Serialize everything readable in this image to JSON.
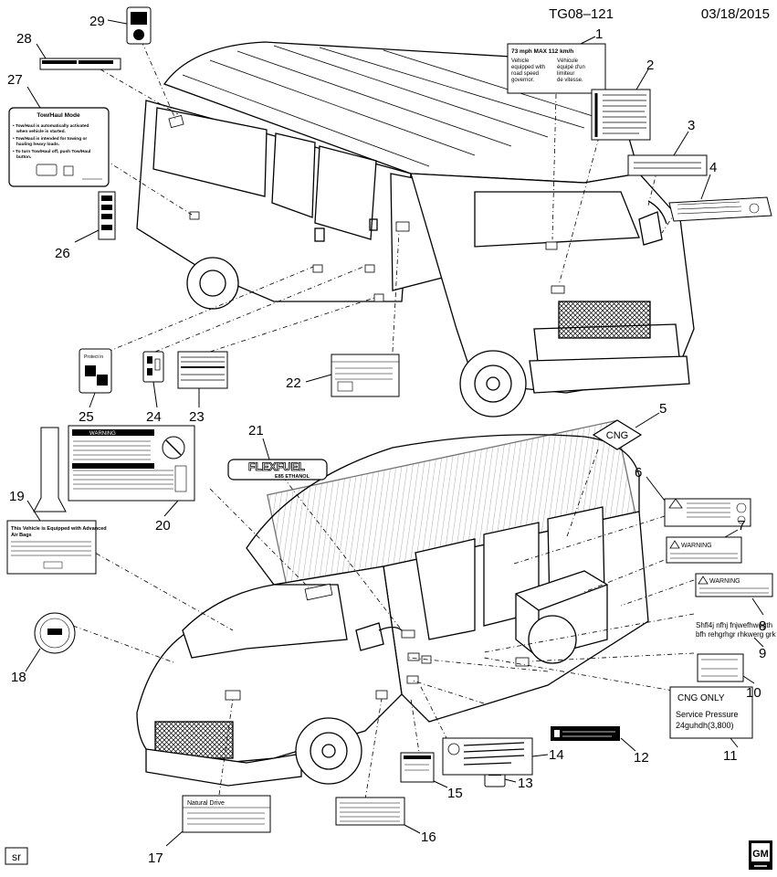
{
  "header": {
    "diagram_id": "TG08–121",
    "date": "03/18/2015"
  },
  "footer": {
    "corner_code": "sr",
    "logo_text": "GM"
  },
  "callouts": [
    "1",
    "2",
    "3",
    "4",
    "5",
    "6",
    "7",
    "8",
    "9",
    "10",
    "11",
    "12",
    "13",
    "14",
    "15",
    "16",
    "17",
    "18",
    "19",
    "20",
    "21",
    "22",
    "23",
    "24",
    "25",
    "26",
    "27",
    "28",
    "29"
  ],
  "labels": {
    "l1": {
      "speed": "73 mph MAX 112 km/h",
      "en": [
        "Vehicle",
        "equipped with",
        "road speed",
        "governor."
      ],
      "fr": [
        "Véhicule",
        "équipé d'un",
        "limiteur",
        "de vitesse."
      ]
    },
    "l5": {
      "text": "CNG"
    },
    "l7": {
      "warning": "WARNING"
    },
    "l8": {
      "warning": "WARNING"
    },
    "l9": {
      "lines": [
        "Shfl4j nfhj fnjwefhwegth",
        "bfh rehgrhgr rhkwerg grk"
      ]
    },
    "l11": {
      "title": "CNG ONLY",
      "line1": "Service Pressure",
      "line2": "24guhdh(3,800)"
    },
    "l17": {
      "title": "Natural Drive"
    },
    "l21": {
      "brand": "FLEXFUEL",
      "sub": "E85 ETHANOL"
    },
    "l27": {
      "title": "Tow/Haul Mode",
      "lines": [
        "• Tow/Haul is automatically activated",
        "when vehicle is started.",
        "• Tow/Haul is intended for towing or",
        "hauling heavy loads.",
        "• To turn Tow/Haul off, push Tow/Haul",
        "button."
      ]
    },
    "l19": {
      "title": "This Vehicle is Equipped with Advanced",
      "title2": "Air Bags"
    },
    "l20": {
      "warning": "WARNING"
    },
    "l25": {
      "text": "Protect in"
    }
  }
}
